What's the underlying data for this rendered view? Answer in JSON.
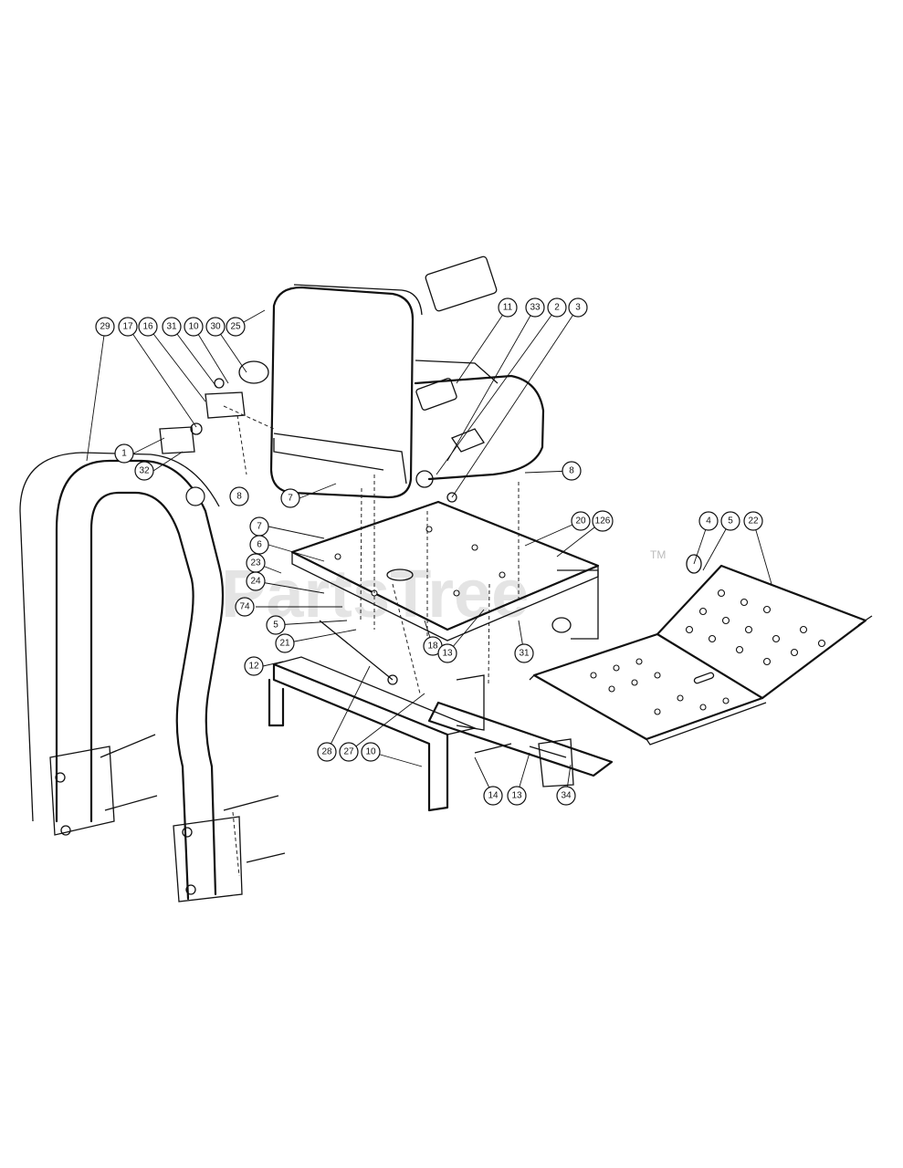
{
  "watermark": {
    "text": "PartsTree",
    "mark": "TM"
  },
  "callouts": [
    {
      "id": "c29",
      "label": "29"
    },
    {
      "id": "c17",
      "label": "17"
    },
    {
      "id": "c16",
      "label": "16"
    },
    {
      "id": "c31a",
      "label": "31"
    },
    {
      "id": "c10a",
      "label": "10"
    },
    {
      "id": "c30",
      "label": "30"
    },
    {
      "id": "c25",
      "label": "25"
    },
    {
      "id": "c11",
      "label": "11"
    },
    {
      "id": "c33",
      "label": "33"
    },
    {
      "id": "c2",
      "label": "2"
    },
    {
      "id": "c3",
      "label": "3"
    },
    {
      "id": "c1",
      "label": "1"
    },
    {
      "id": "c32",
      "label": "32"
    },
    {
      "id": "cblank",
      "label": ""
    },
    {
      "id": "c8a",
      "label": "8"
    },
    {
      "id": "c7a",
      "label": "7"
    },
    {
      "id": "c8b",
      "label": "8"
    },
    {
      "id": "c7b",
      "label": "7"
    },
    {
      "id": "c6",
      "label": "6"
    },
    {
      "id": "c23",
      "label": "23"
    },
    {
      "id": "c24",
      "label": "24"
    },
    {
      "id": "c74",
      "label": "74"
    },
    {
      "id": "c5",
      "label": "5"
    },
    {
      "id": "c21",
      "label": "21"
    },
    {
      "id": "c12",
      "label": "12"
    },
    {
      "id": "c20",
      "label": "20"
    },
    {
      "id": "c126",
      "label": "126"
    },
    {
      "id": "c18",
      "label": "18"
    },
    {
      "id": "c13a",
      "label": "13"
    },
    {
      "id": "c31b",
      "label": "31"
    },
    {
      "id": "c4",
      "label": "4"
    },
    {
      "id": "c5b",
      "label": "5"
    },
    {
      "id": "c22",
      "label": "22"
    },
    {
      "id": "c28",
      "label": "28"
    },
    {
      "id": "c27",
      "label": "27"
    },
    {
      "id": "c10b",
      "label": "10"
    },
    {
      "id": "c14",
      "label": "14"
    },
    {
      "id": "c13b",
      "label": "13"
    },
    {
      "id": "c34",
      "label": "34"
    }
  ]
}
